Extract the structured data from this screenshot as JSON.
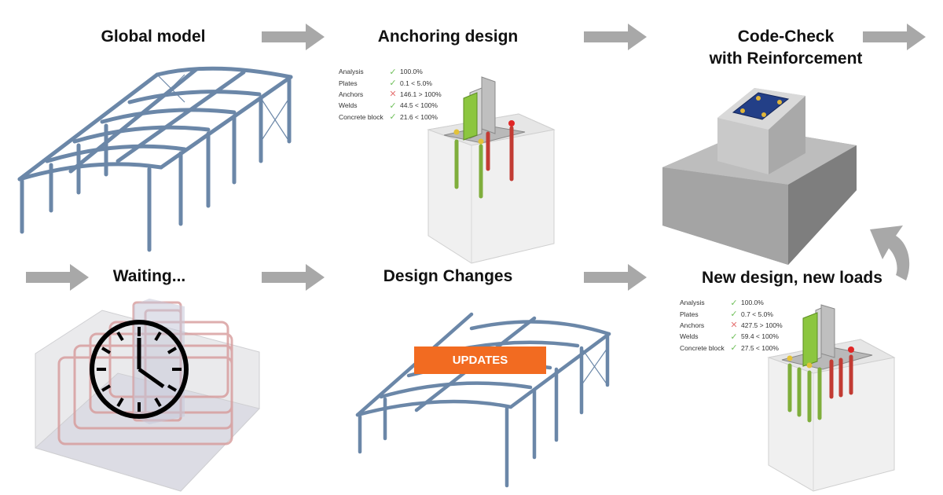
{
  "titles": {
    "global_model": "Global model",
    "anchoring_design": "Anchoring design",
    "code_check_line1": "Code-Check",
    "code_check_line2": "with Reinforcement",
    "waiting": "Waiting...",
    "design_changes": "Design Changes",
    "new_design": "New design, new loads"
  },
  "updates_label": "UPDATES",
  "check_table_1": [
    {
      "label": "Analysis",
      "status": "ok",
      "value": "100.0%"
    },
    {
      "label": "Plates",
      "status": "ok",
      "value": "0.1 < 5.0%"
    },
    {
      "label": "Anchors",
      "status": "fail",
      "value": "146.1 > 100%"
    },
    {
      "label": "Welds",
      "status": "ok",
      "value": "44.5 < 100%"
    },
    {
      "label": "Concrete block",
      "status": "ok",
      "value": "21.6 < 100%"
    }
  ],
  "check_table_2": [
    {
      "label": "Analysis",
      "status": "ok",
      "value": "100.0%"
    },
    {
      "label": "Plates",
      "status": "ok",
      "value": "0.7 < 5.0%"
    },
    {
      "label": "Anchors",
      "status": "fail",
      "value": "427.5 > 100%"
    },
    {
      "label": "Welds",
      "status": "ok",
      "value": "59.4 < 100%"
    },
    {
      "label": "Concrete block",
      "status": "ok",
      "value": "27.5 < 100%"
    }
  ],
  "icons": {
    "ok": "check-icon",
    "fail": "cross-icon"
  },
  "colors": {
    "arrow": "#a8a8a8",
    "updates_badge": "#f26b21",
    "steel": "#6b87a8",
    "ok": "#6fbf5a",
    "fail": "#e57373"
  }
}
